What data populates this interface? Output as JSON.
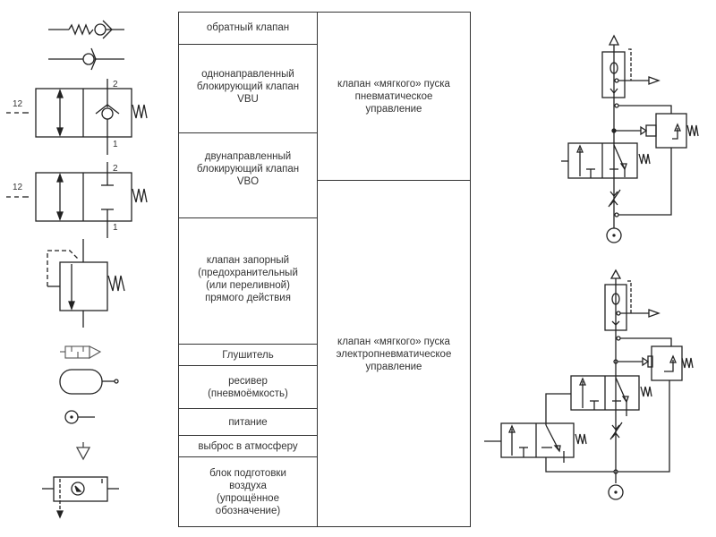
{
  "table": {
    "left_column": [
      {
        "lines": [
          "обратный клапан"
        ]
      },
      {
        "lines": [
          "однонаправленный",
          "блокирующий клапан",
          "VBU"
        ]
      },
      {
        "lines": [
          "двунаправленный",
          "блокирующий клапан",
          "VBO"
        ]
      },
      {
        "lines": [
          "клапан запорный",
          "(предохранительный",
          "(или переливной)",
          "прямого действия"
        ]
      },
      {
        "lines": [
          "Глушитель"
        ]
      },
      {
        "lines": [
          "ресивер",
          "(пневмоёмкость)"
        ]
      },
      {
        "lines": [
          "питание"
        ]
      },
      {
        "lines": [
          "выброс в атмосферу"
        ]
      },
      {
        "lines": [
          "блок подготовки",
          "воздуха",
          "(упрощённое",
          "обозначение)"
        ]
      }
    ],
    "right_column": [
      {
        "lines": [
          "клапан «мягкого» пуска",
          "пневматическое",
          "управление"
        ]
      },
      {
        "lines": [
          "клапан «мягкого» пуска",
          "электропневматическое",
          "управление"
        ]
      }
    ]
  },
  "symbols": {
    "port_labels": {
      "control": "12",
      "outlet": "2",
      "inlet": "1"
    },
    "items": [
      "check-valve-spring-icon",
      "check-valve-icon",
      "one-way-lock-valve-vbu-icon",
      "two-way-lock-valve-vbo-icon",
      "pressure-relief-valve-icon",
      "silencer-icon",
      "receiver-tank-icon",
      "pressure-supply-icon",
      "exhaust-icon",
      "air-preparation-unit-icon"
    ]
  },
  "schematics": [
    {
      "name": "soft-start-valve-pneumatic-schematic"
    },
    {
      "name": "soft-start-valve-electropneumatic-schematic"
    }
  ]
}
